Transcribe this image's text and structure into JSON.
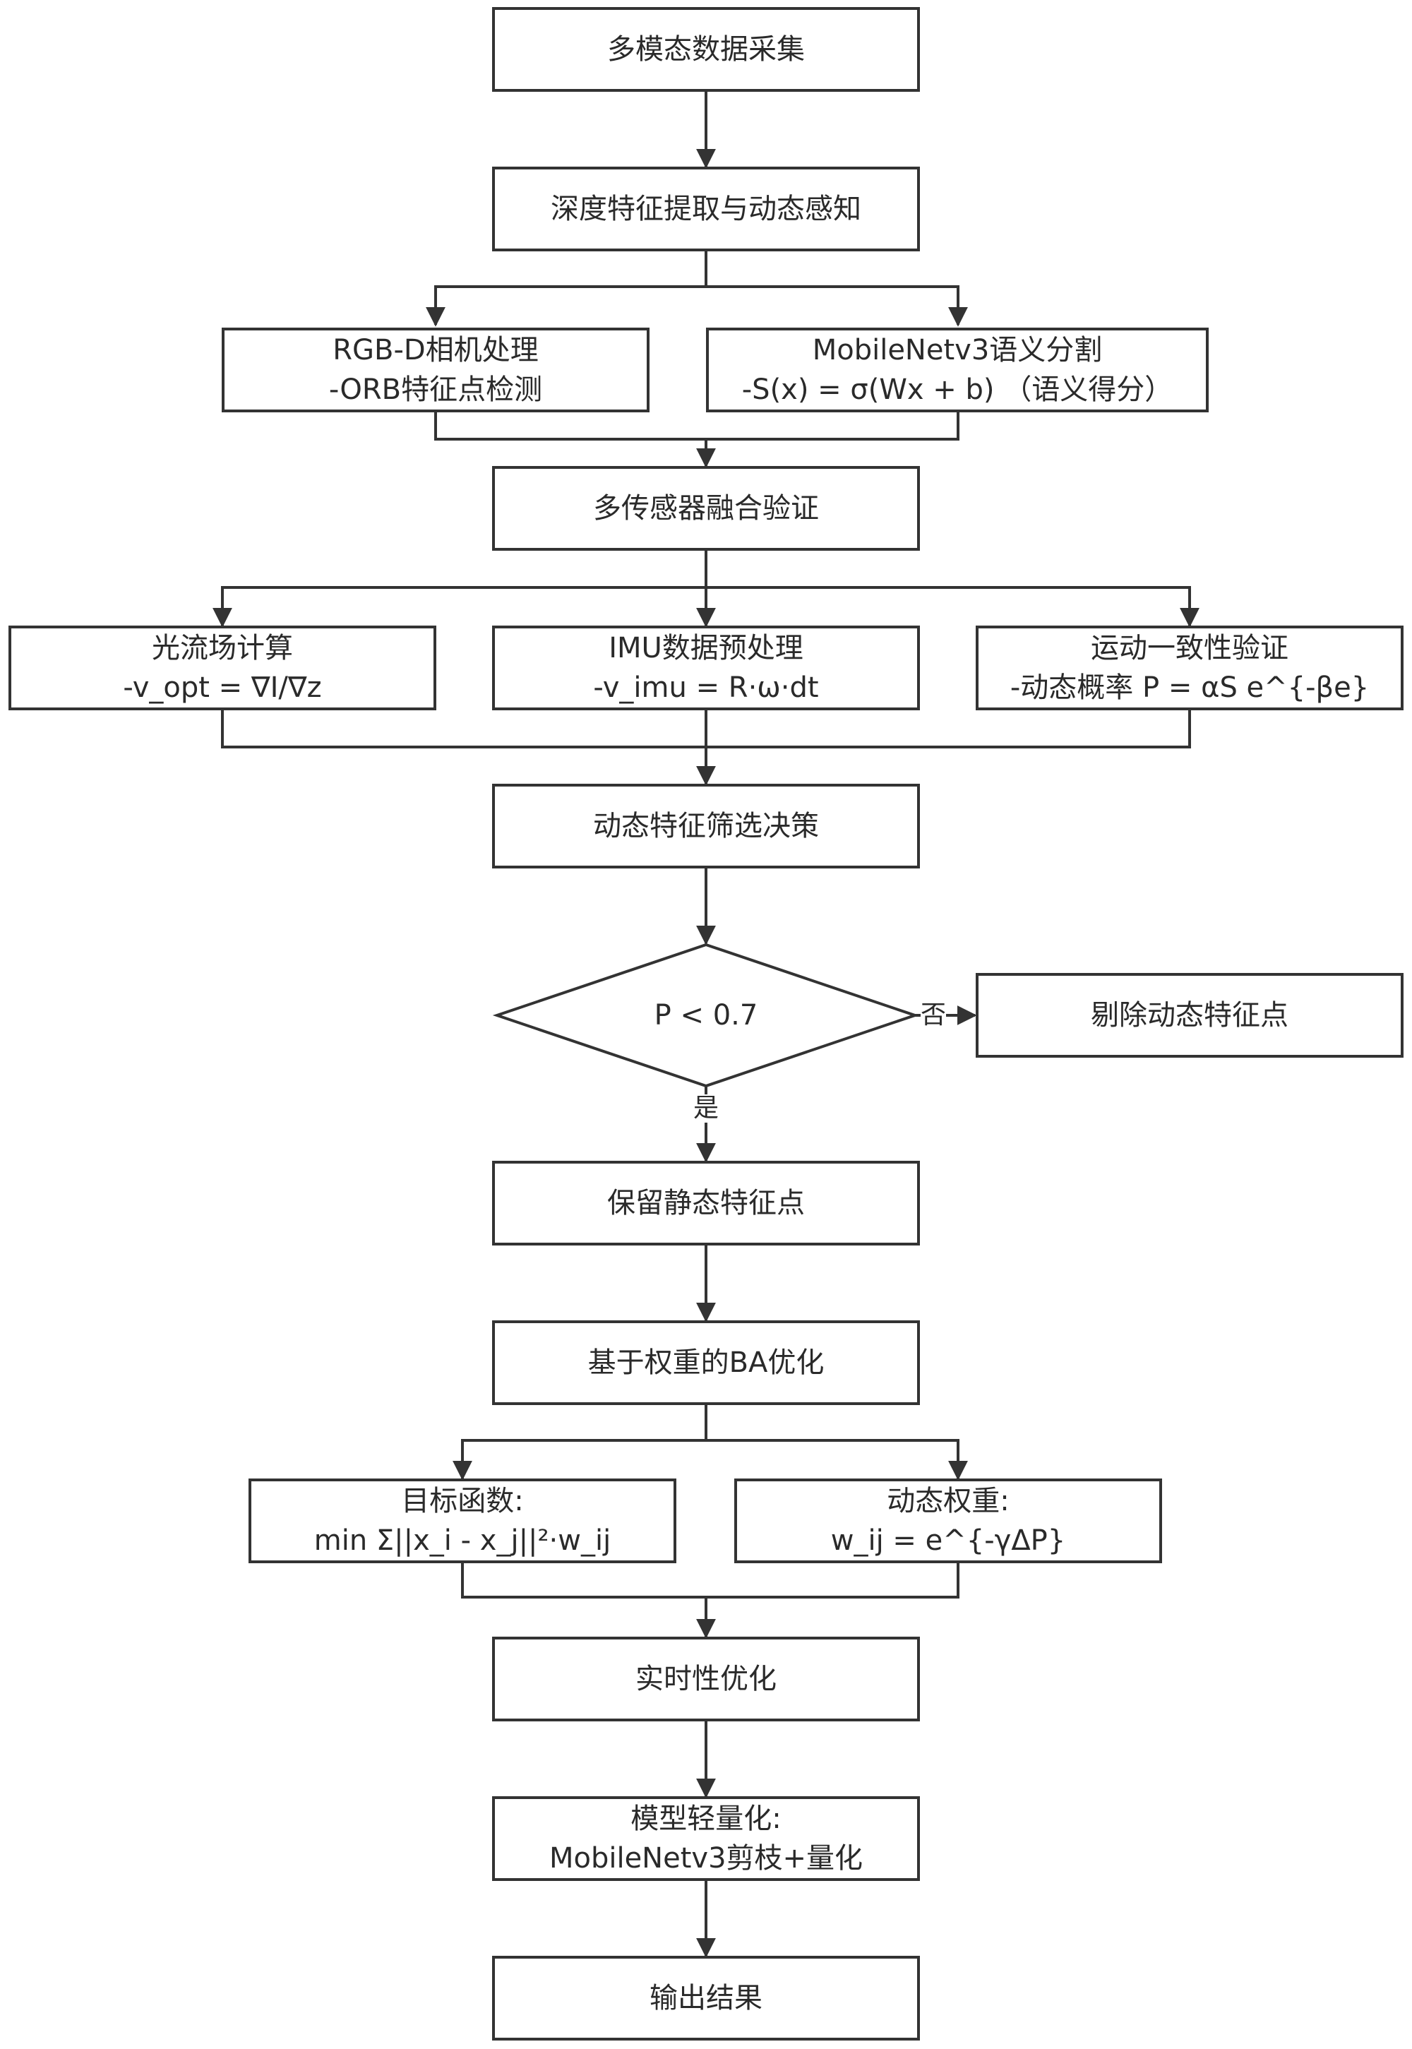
{
  "nodes": {
    "collect": {
      "text": "多模态数据采集"
    },
    "extract": {
      "text": "深度特征提取与动态感知"
    },
    "rgbd": {
      "line1": "RGB-D相机处理",
      "line2": "-ORB特征点检测"
    },
    "mobilenet": {
      "line1": "MobileNetv3语义分割",
      "line2": "-S(x) = σ(Wx + b)  （语义得分）"
    },
    "fusion": {
      "text": "多传感器融合验证"
    },
    "optflow": {
      "line1": "光流场计算",
      "line2": "-v_opt = ∇I/∇z"
    },
    "imu": {
      "line1": "IMU数据预处理",
      "line2": "-v_imu = R·ω·dt"
    },
    "motion": {
      "line1": "运动一致性验证",
      "line2": "-动态概率 P = αS e^{-βe}"
    },
    "decision": {
      "text": "动态特征筛选决策"
    },
    "diamond": {
      "text": "P < 0.7"
    },
    "remove": {
      "text": "剔除动态特征点"
    },
    "keep": {
      "text": "保留静态特征点"
    },
    "ba": {
      "text": "基于权重的BA优化"
    },
    "objective": {
      "line1": "目标函数:",
      "line2": "min Σ||x_i - x_j||²·w_ij"
    },
    "weight": {
      "line1": "动态权重:",
      "line2": "w_ij = e^{-γΔP}"
    },
    "realtime": {
      "text": "实时性优化"
    },
    "light": {
      "line1": "模型轻量化:",
      "line2": "MobileNetv3剪枝+量化"
    },
    "output": {
      "text": "输出结果"
    }
  },
  "edge_labels": {
    "no": "否",
    "yes": "是"
  },
  "colors": {
    "stroke": "#333333",
    "text": "#2a2a2a",
    "background": "#ffffff"
  }
}
